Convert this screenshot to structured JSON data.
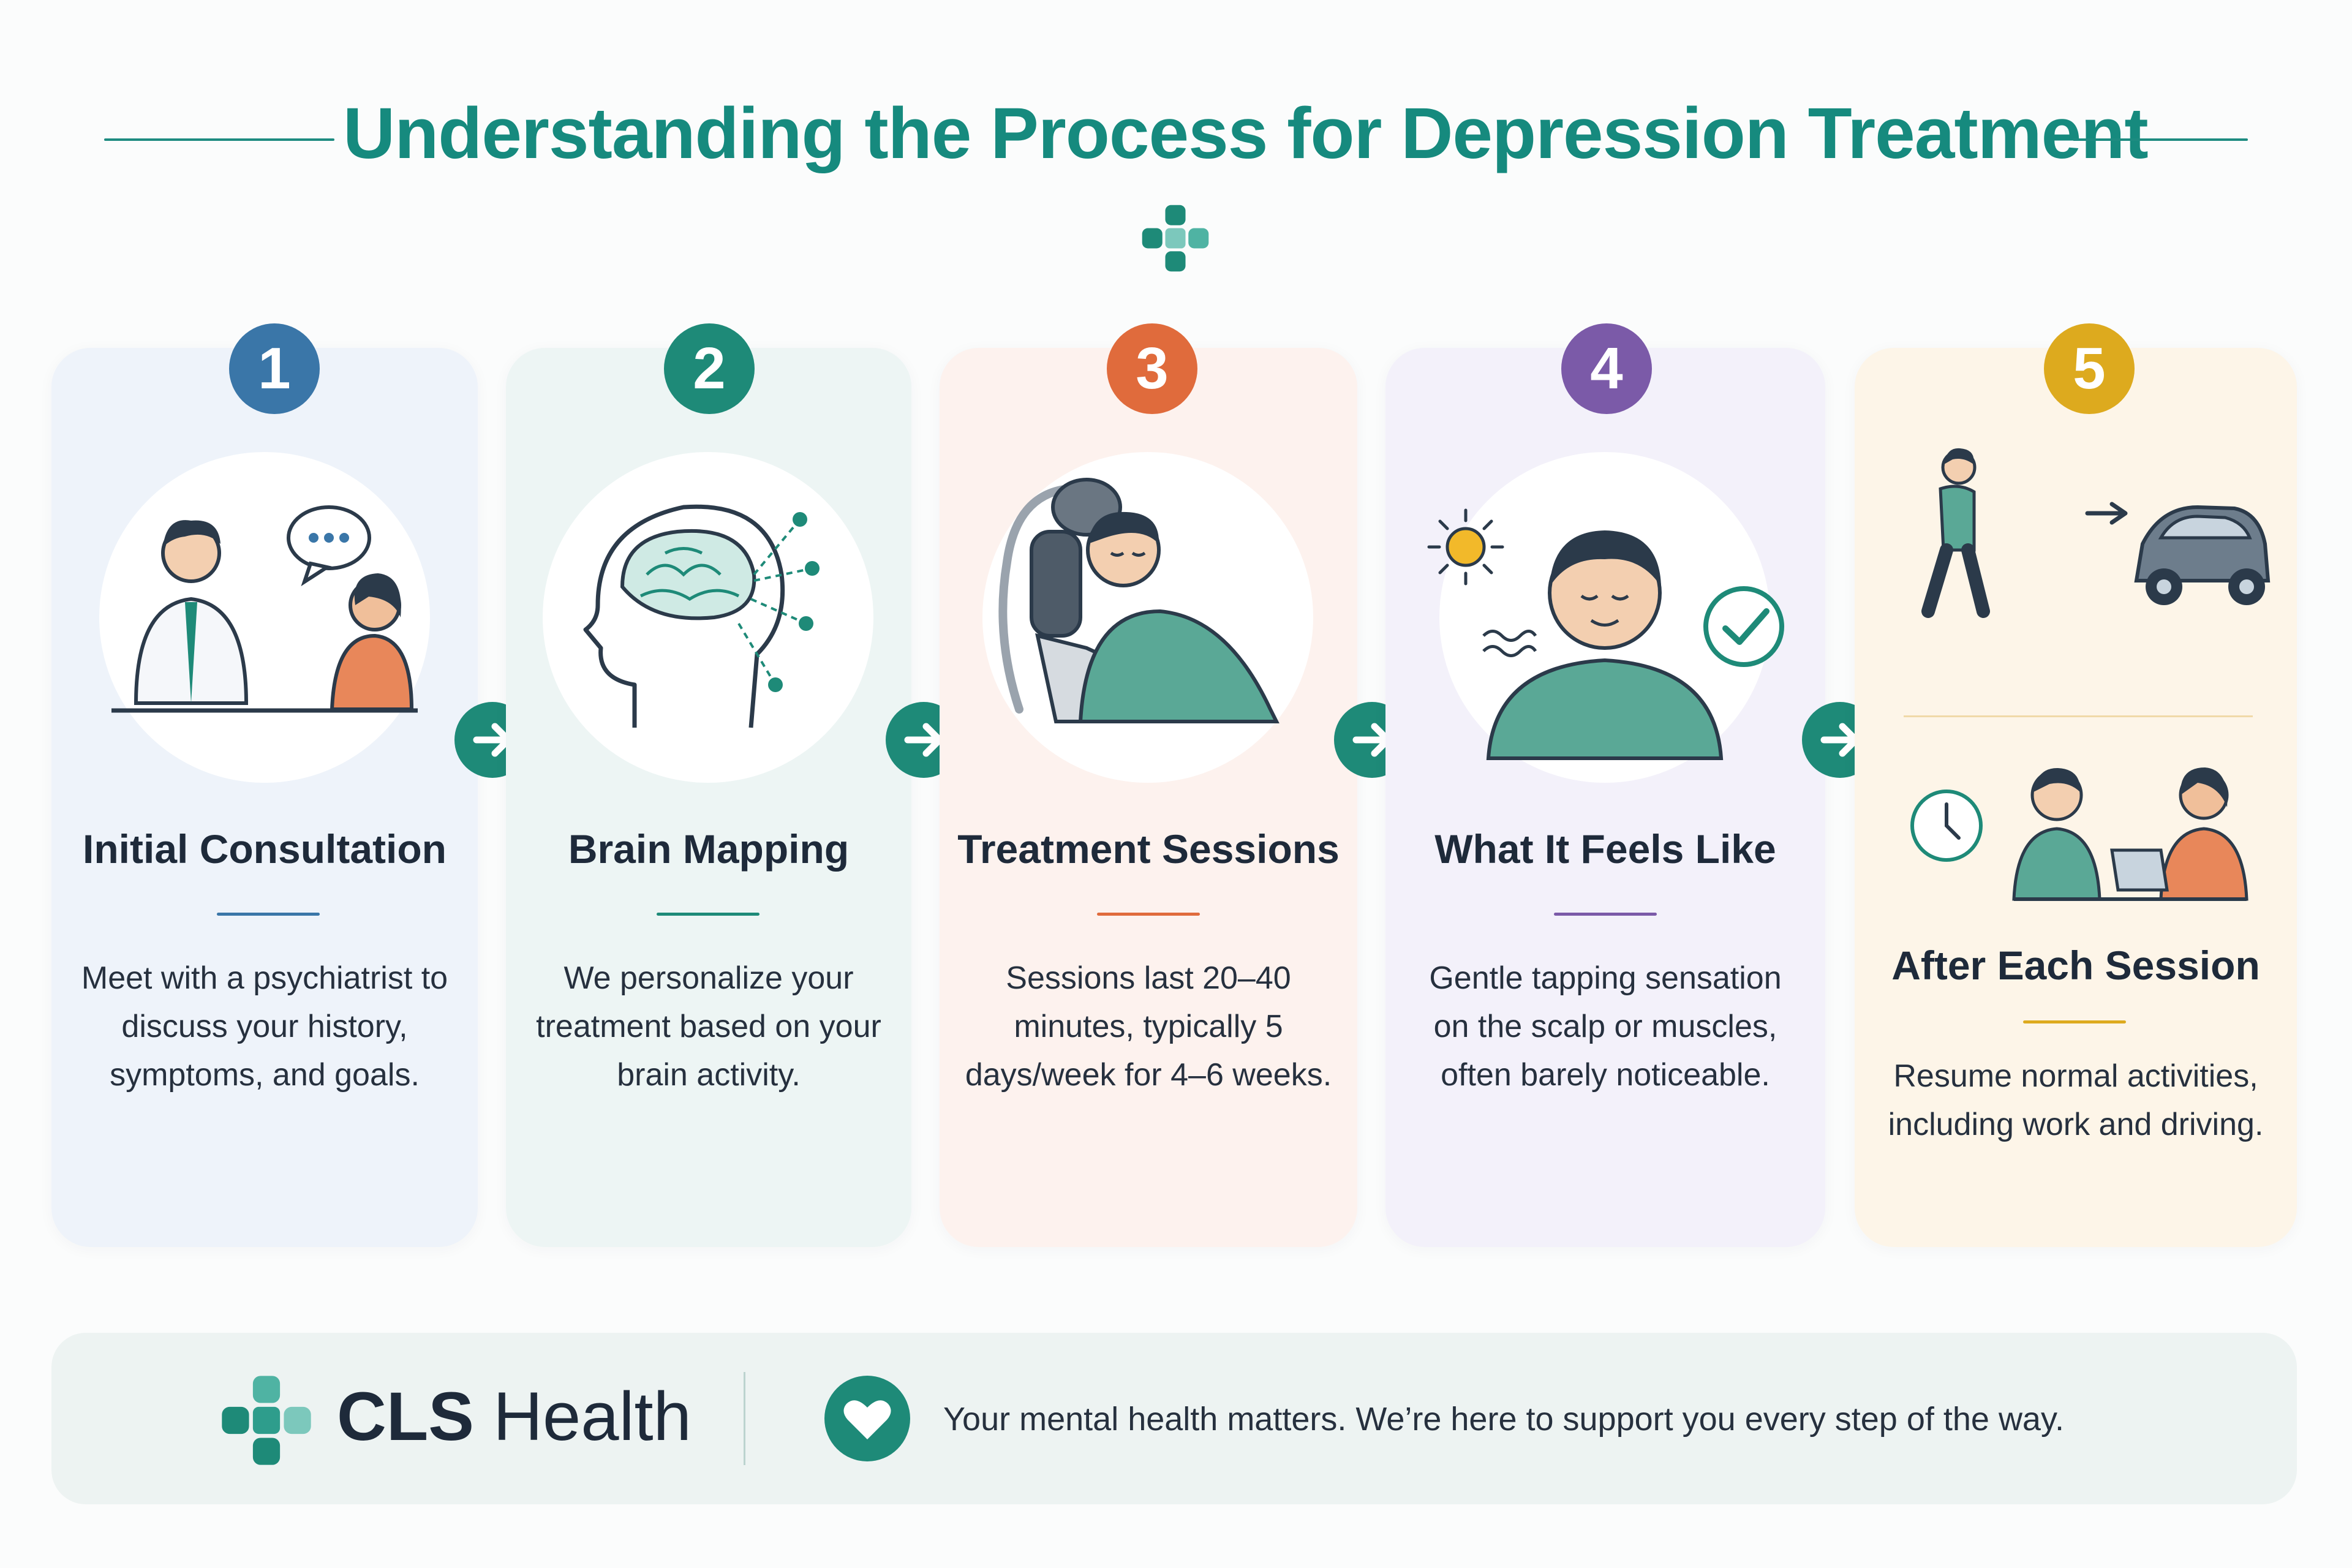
{
  "header": {
    "title": "Understanding the Process for Depression Treatment"
  },
  "colors": {
    "brand_teal": "#1e8a78",
    "step1": "#3a76a8",
    "step2": "#1e8a78",
    "step3": "#e06b3c",
    "step4": "#7b5aa8",
    "step5": "#ddaa1e"
  },
  "steps": [
    {
      "number": "1",
      "title": "Initial Consultation",
      "text": "Meet with a psychiatrist to discuss your history, symptoms, and goals.",
      "icon": "doctor-patient-consultation-icon"
    },
    {
      "number": "2",
      "title": "Brain Mapping",
      "text": "We personalize your treatment based on your brain activity.",
      "icon": "brain-mapping-icon"
    },
    {
      "number": "3",
      "title": "Treatment Sessions",
      "text": "Sessions last 20–40 minutes, typically 5 days/week for 4–6 weeks.",
      "icon": "patient-in-treatment-chair-icon"
    },
    {
      "number": "4",
      "title": "What It Feels Like",
      "text": "Gentle tapping sensation on the scalp or muscles, often barely noticeable.",
      "icon": "calm-person-icon"
    },
    {
      "number": "5",
      "title": "After Each Session",
      "text": "Resume normal activities, including work and driving.",
      "icon": "walking-to-car-icon"
    }
  ],
  "footer": {
    "brand_bold": "CLS",
    "brand_regular": "Health",
    "message": "Your mental health matters. We’re here to support you every step of the way."
  }
}
